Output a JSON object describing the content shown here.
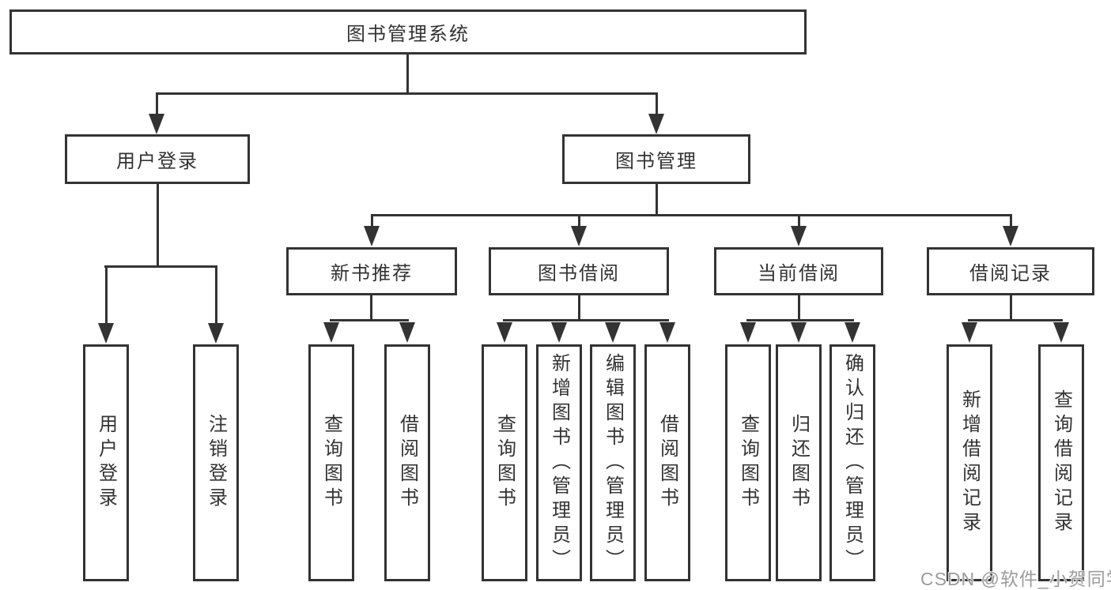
{
  "colors": {
    "line": "#333333",
    "text": "#333333",
    "background": "#ffffff",
    "watermark_text_color": "#9c9c9c"
  },
  "watermark": {
    "text": "CSDN @软件_小贺同学"
  },
  "tree": {
    "root": {
      "label": "图书管理系统"
    },
    "branches": [
      {
        "label": "用户登录",
        "children": [
          {
            "label": "用户登录"
          },
          {
            "label": "注销登录"
          }
        ]
      },
      {
        "label": "图书管理",
        "children": [
          {
            "label": "新书推荐",
            "children": [
              {
                "label": "查询图书"
              },
              {
                "label": "借阅图书"
              }
            ]
          },
          {
            "label": "图书借阅",
            "children": [
              {
                "label": "查询图书"
              },
              {
                "label": "新增图书（管理员）"
              },
              {
                "label": "编辑图书（管理员）"
              },
              {
                "label": "借阅图书"
              }
            ]
          },
          {
            "label": "当前借阅",
            "children": [
              {
                "label": "查询图书"
              },
              {
                "label": "归还图书"
              },
              {
                "label": "确认归还（管理员）"
              }
            ]
          },
          {
            "label": "借阅记录",
            "children": [
              {
                "label": "新增借阅记录"
              },
              {
                "label": "查询借阅记录"
              }
            ]
          }
        ]
      }
    ]
  }
}
